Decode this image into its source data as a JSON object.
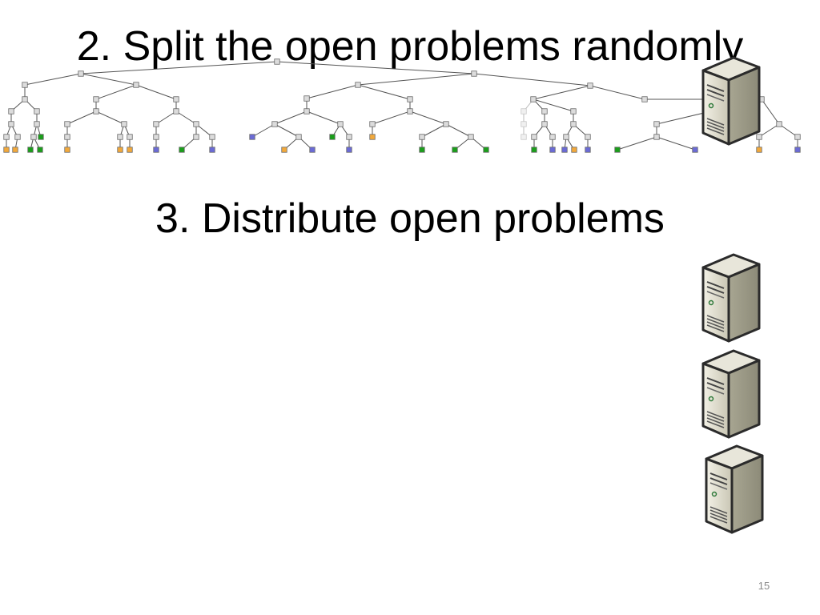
{
  "slide": {
    "title_split": "2. Split the open problems randomly",
    "title_distribute": "3. Distribute open problems",
    "page_number": "15"
  },
  "colors": {
    "node_internal": "#dcdcdc",
    "node_orange": "#f2a93b",
    "node_green": "#1a9e1a",
    "node_blue": "#6b6bd6",
    "node_faded": "#f0f0f0",
    "edge": "#555555"
  },
  "icons": {
    "server": "server-tower-icon"
  }
}
